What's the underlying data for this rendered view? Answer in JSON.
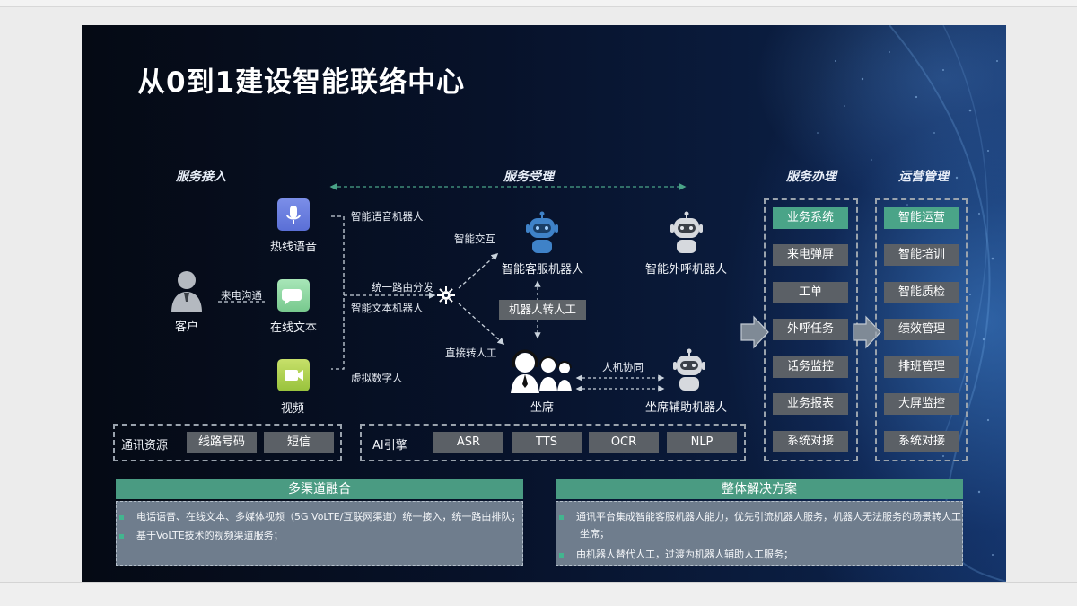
{
  "title": "从0到1建设智能联络中心",
  "sections": {
    "access": "服务接入",
    "handling": "服务受理",
    "processing": "服务办理",
    "operations": "运营管理"
  },
  "channels": {
    "customer": "客户",
    "incoming_label": "来电沟通",
    "hotline": "热线语音",
    "online_text": "在线文本",
    "video": "视频"
  },
  "edge_labels": {
    "voice_robot": "智能语音机器人",
    "text_robot": "智能文本机器人",
    "digital_human": "虚拟数字人",
    "unified_routing": "统一路由分发",
    "smart_interaction": "智能交互",
    "direct_transfer": "直接转人工",
    "human_machine": "人机协同"
  },
  "nodes": {
    "service_robot": "智能客服机器人",
    "outbound_robot": "智能外呼机器人",
    "transfer_box": "机器人转人工",
    "agent": "坐席",
    "assist_robot": "坐席辅助机器人"
  },
  "processing_items": [
    "业务系统",
    "来电弹屏",
    "工单",
    "外呼任务",
    "话务监控",
    "业务报表",
    "系统对接"
  ],
  "operations_items": [
    "智能运营",
    "智能培训",
    "智能质检",
    "绩效管理",
    "排班管理",
    "大屏监控",
    "系统对接"
  ],
  "comm_resources": {
    "label": "通讯资源",
    "items": [
      "线路号码",
      "短信"
    ]
  },
  "ai_engine": {
    "label": "AI引擎",
    "items": [
      "ASR",
      "TTS",
      "OCR",
      "NLP"
    ]
  },
  "panels": {
    "left": {
      "title": "多渠道融合",
      "bullets": [
        "电话语音、在线文本、多媒体视频（5G VoLTE/互联网渠道）统一接入，统一路由排队；",
        "基于VoLTE技术的视频渠道服务；"
      ]
    },
    "right": {
      "title": "整体解决方案",
      "bullets": [
        "通讯平台集成智能客服机器人能力，优先引流机器人服务，机器人无法服务的场景转人工",
        "坐席；",
        "由机器人替代人工，过渡为机器人辅助人工服务；"
      ]
    }
  },
  "colors": {
    "accent_green": "#4aa488",
    "gray_box": "#5b6066",
    "panel_body": "#6f7d8d",
    "robot_blue": "#3f82c8"
  }
}
